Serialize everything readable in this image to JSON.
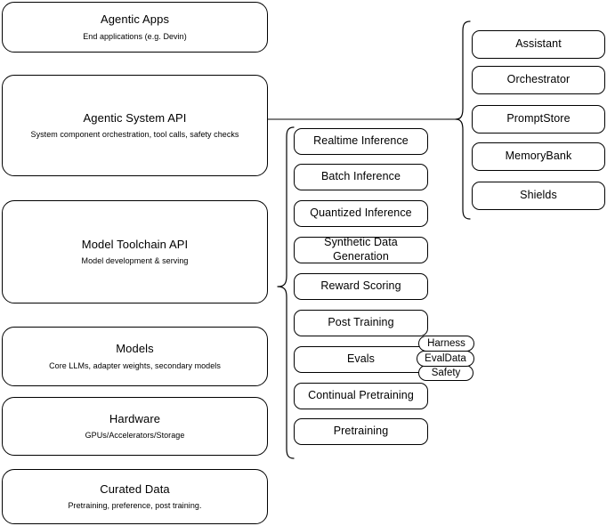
{
  "diagram": {
    "title": "Agentic AI stack layers",
    "stroke_color": "#000000",
    "background_color": "#ffffff",
    "layers": [
      {
        "title": "Agentic Apps",
        "subtitle": "End applications (e.g. Devin)"
      },
      {
        "title": "Agentic System API",
        "subtitle": "System component orchestration, tool calls, safety checks"
      },
      {
        "title": "Model Toolchain API",
        "subtitle": "Model development & serving"
      },
      {
        "title": "Models",
        "subtitle": "Core LLMs, adapter weights, secondary models"
      },
      {
        "title": "Hardware",
        "subtitle": "GPUs/Accelerators/Storage"
      },
      {
        "title": "Curated Data",
        "subtitle": "Pretraining, preference, post training."
      }
    ],
    "system_api_components": [
      {
        "label": "Assistant"
      },
      {
        "label": "Orchestrator"
      },
      {
        "label": "PromptStore"
      },
      {
        "label": "MemoryBank"
      },
      {
        "label": "Shields"
      }
    ],
    "toolchain_components": [
      {
        "label": "Realtime Inference"
      },
      {
        "label": "Batch Inference"
      },
      {
        "label": "Quantized Inference"
      },
      {
        "label": "Synthetic Data Generation"
      },
      {
        "label": "Reward Scoring"
      },
      {
        "label": "Post Training"
      },
      {
        "label": "Evals"
      },
      {
        "label": "Continual Pretraining"
      },
      {
        "label": "Pretraining"
      }
    ],
    "evals_subcomponents": [
      {
        "label": "Harness"
      },
      {
        "label": "EvalData"
      },
      {
        "label": "Safety"
      }
    ]
  }
}
